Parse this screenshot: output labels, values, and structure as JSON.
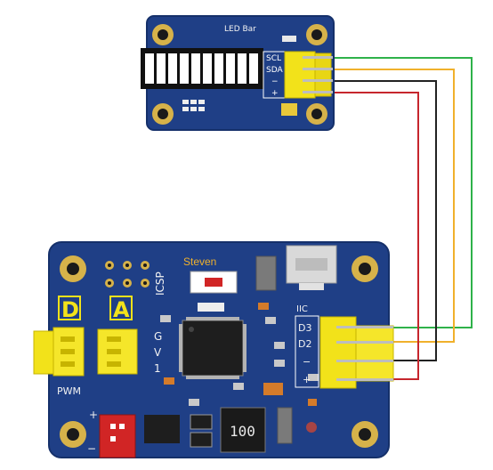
{
  "led_module": {
    "title": "LED Bar",
    "pins": [
      "SCL",
      "SDA",
      "−",
      "+"
    ],
    "segment_count": 10
  },
  "controller": {
    "name": "Steven",
    "icsp": "ICSP",
    "iic": "IIC",
    "letter_d": "D",
    "letter_a": "A",
    "pwm": "PWM",
    "side_labels": [
      "G",
      "V",
      "1"
    ],
    "pins": [
      "D3",
      "D2",
      "−",
      "+"
    ],
    "inductor": "100",
    "polarity_plus": "+",
    "polarity_minus": "−"
  },
  "colors": {
    "board": "#1f3f86",
    "board_edge": "#15306a",
    "connector": "#f2e21a",
    "wires": [
      "#2fb24a",
      "#f0b12c",
      "#222222",
      "#c6262d"
    ]
  }
}
